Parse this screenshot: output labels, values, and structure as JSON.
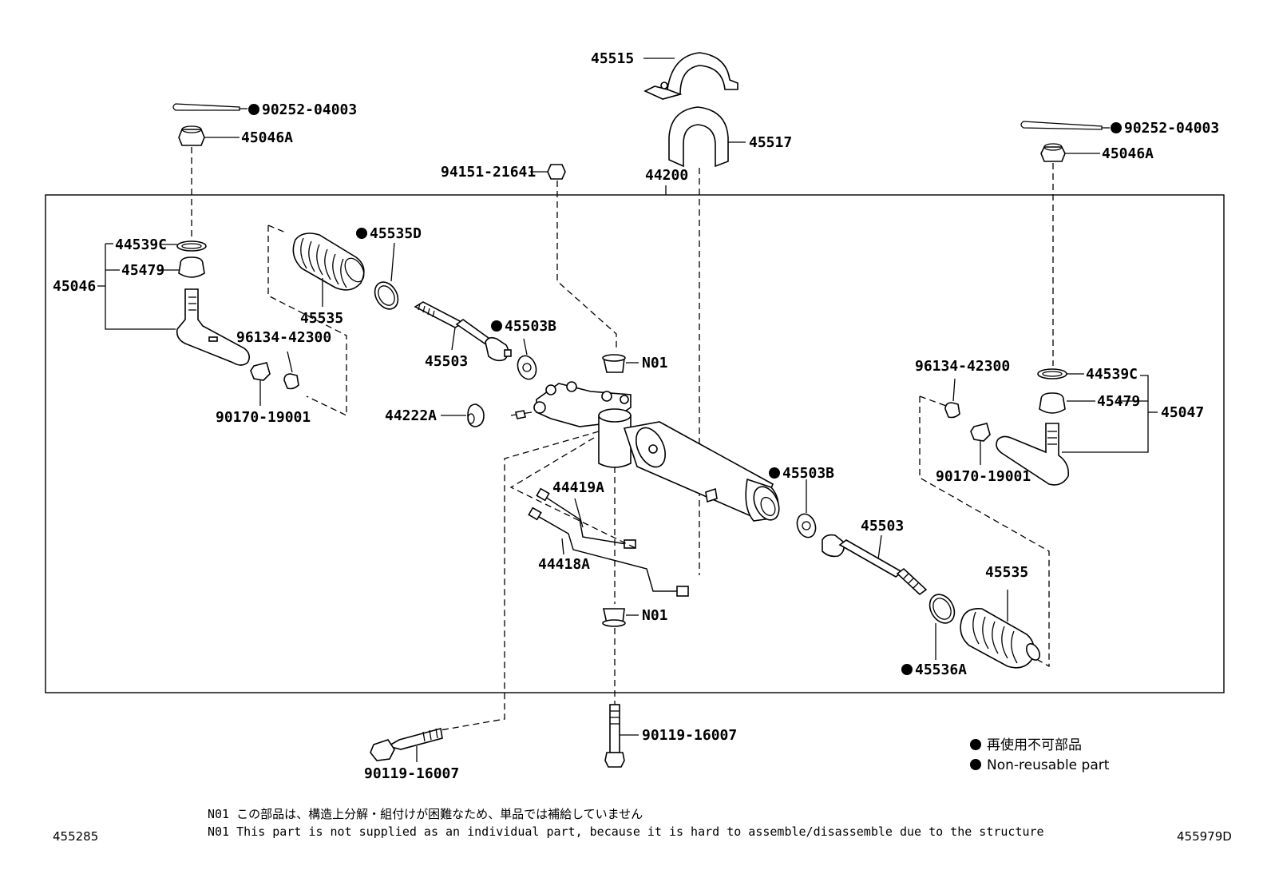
{
  "labels": {
    "p45515": "45515",
    "p45517": "45517",
    "p44200": "44200",
    "p94151": "94151-21641",
    "pin_left": "90252-04003",
    "pin_right": "90252-04003",
    "nut_left": "45046A",
    "nut_right": "45046A",
    "ring_left": "44539C",
    "ring_right": "44539C",
    "boot_left_45479": "45479",
    "boot_right_45479": "45479",
    "end_left": "45046",
    "end_right": "45047",
    "bellows_left": "45535",
    "bellows_right": "45535",
    "clamp_left": "45535D",
    "clamp_right": "45536A",
    "rod_left": "45503",
    "rod_right": "45503",
    "washer_left": "45503B",
    "washer_right": "45503B",
    "clip_left": "96134-42300",
    "clip_right": "96134-42300",
    "lock_left": "90170-19001",
    "lock_right": "90170-19001",
    "p44222A": "44222A",
    "n01_top": "N01",
    "n01_bottom": "N01",
    "p44419A": "44419A",
    "p44418A": "44418A",
    "bolt_left": "90119-16007",
    "bolt_center": "90119-16007"
  },
  "legend": {
    "jp": "再使用不可部品",
    "en": "Non-reusable part"
  },
  "notes": {
    "jp": "N01 この部品は、構造上分解・組付けが困難なため、単品では補給していません",
    "en": "N01 This part is not supplied as an individual part, because it is hard to assemble/disassemble due to the structure"
  },
  "codes": {
    "left": "455285",
    "right": "455979D"
  }
}
